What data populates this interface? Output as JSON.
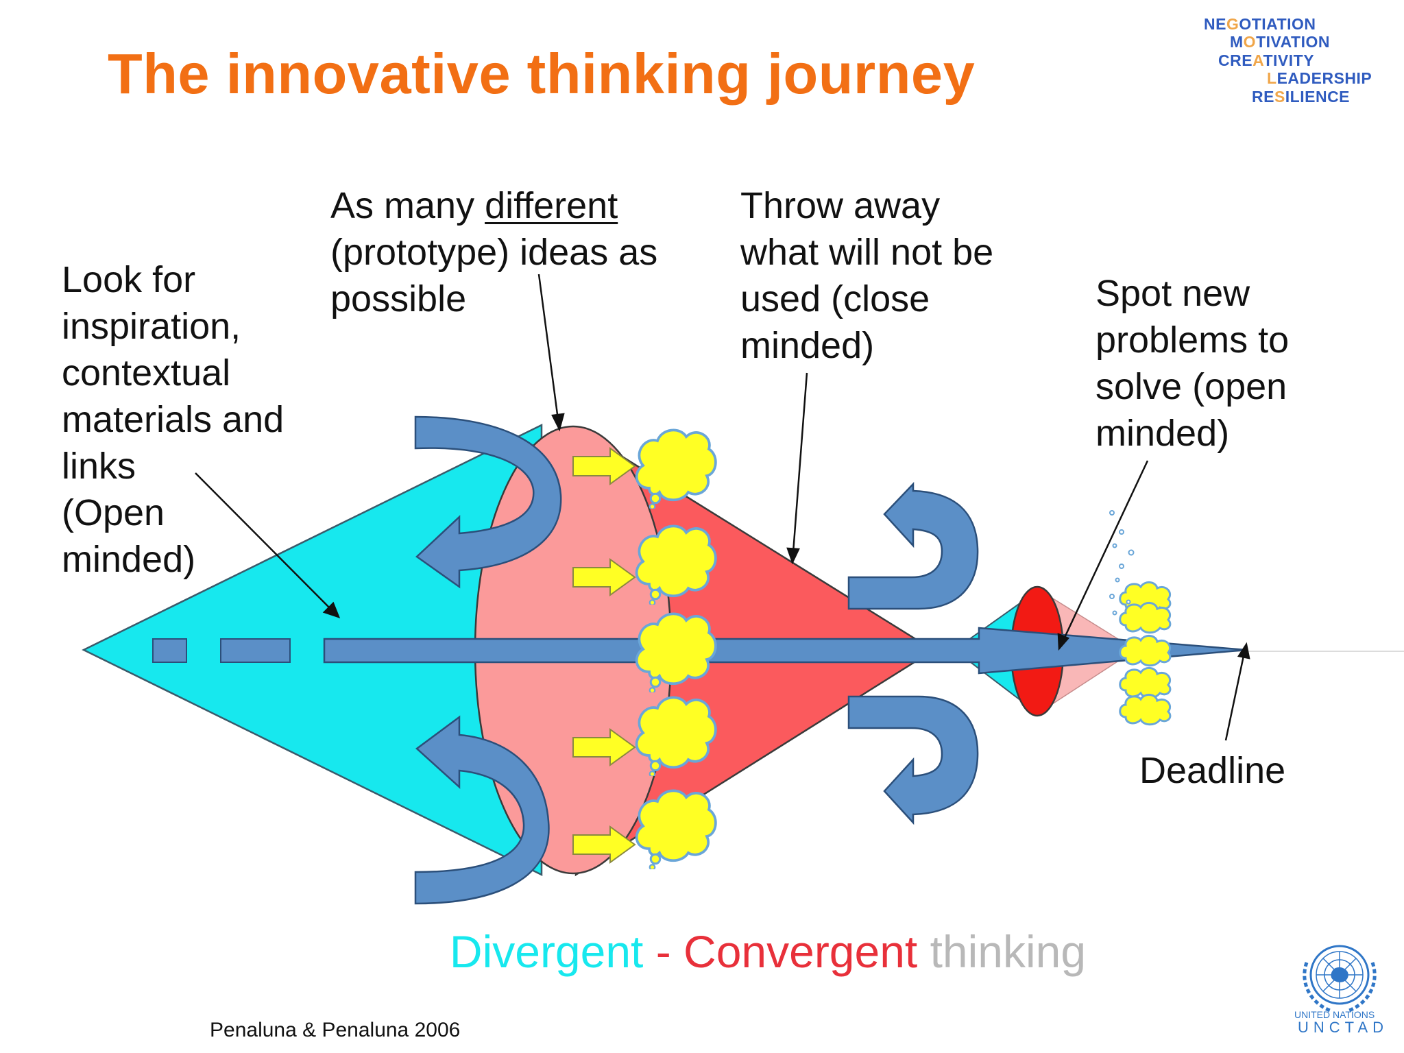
{
  "slide": {
    "title": "The innovative thinking journey",
    "credit": "Penaluna & Penaluna 2006"
  },
  "logo": {
    "lines": [
      {
        "pre": "NE",
        "hl": "G",
        "post": "OTIATION"
      },
      {
        "pre": "M",
        "hl": "O",
        "post": "TIVATION"
      },
      {
        "pre": "CRE",
        "hl": "A",
        "post": "TIVITY"
      },
      {
        "pre": "",
        "hl": "L",
        "post": "EADERSHIP"
      },
      {
        "pre": "RE",
        "hl": "S",
        "post": "ILIENCE"
      }
    ]
  },
  "labels": {
    "inspiration": [
      "Look for",
      "inspiration,",
      "contextual",
      "materials and",
      "links",
      "(Open",
      "minded)"
    ],
    "ideas": {
      "line1_pre": "As many ",
      "line1_underlined": "different",
      "line2": "(prototype) ideas as",
      "line3": "possible"
    },
    "throw_away": [
      "Throw away",
      "what will not be",
      "used (close",
      "minded)"
    ],
    "spot_new": [
      "Spot new",
      "problems to",
      "solve (open",
      "minded)"
    ],
    "deadline": "Deadline"
  },
  "caption": {
    "divergent": "Divergent",
    "dash": " - ",
    "convergent": "Convergent",
    "thinking": " thinking"
  },
  "un_logo": {
    "org": "UNITED NATIONS",
    "name": "UNCTAD"
  },
  "colors": {
    "title_orange": "#f26f14",
    "divergent_cyan": "#17e8ee",
    "convergent_red": "#e8303a",
    "thinking_grey": "#b8b8b8",
    "arrow_blue": "#5b8fc7",
    "idea_yellow": "#ffff24",
    "logo_blue": "#2f5bbf",
    "logo_highlight": "#f0a64a",
    "un_blue": "#2f76c7"
  }
}
